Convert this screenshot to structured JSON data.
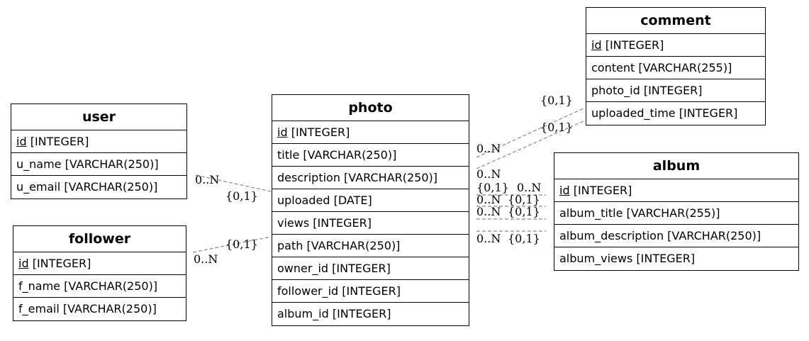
{
  "entities": {
    "user": {
      "title": "user",
      "fields": [
        {
          "name": "id",
          "type": " [INTEGER]",
          "pk": true
        },
        {
          "name": "u_name",
          "type": " [VARCHAR(250)]",
          "pk": false
        },
        {
          "name": "u_email",
          "type": " [VARCHAR(250)]",
          "pk": false
        }
      ]
    },
    "follower": {
      "title": "follower",
      "fields": [
        {
          "name": "id",
          "type": " [INTEGER]",
          "pk": true
        },
        {
          "name": "f_name",
          "type": " [VARCHAR(250)]",
          "pk": false
        },
        {
          "name": "f_email",
          "type": " [VARCHAR(250)]",
          "pk": false
        }
      ]
    },
    "photo": {
      "title": "photo",
      "fields": [
        {
          "name": "id",
          "type": " [INTEGER]",
          "pk": true
        },
        {
          "name": "title",
          "type": " [VARCHAR(250)]",
          "pk": false
        },
        {
          "name": "description",
          "type": " [VARCHAR(250)]",
          "pk": false
        },
        {
          "name": "uploaded",
          "type": " [DATE]",
          "pk": false
        },
        {
          "name": "views",
          "type": " [INTEGER]",
          "pk": false
        },
        {
          "name": "path",
          "type": " [VARCHAR(250)]",
          "pk": false
        },
        {
          "name": "owner_id",
          "type": " [INTEGER]",
          "pk": false
        },
        {
          "name": "follower_id",
          "type": " [INTEGER]",
          "pk": false
        },
        {
          "name": "album_id",
          "type": " [INTEGER]",
          "pk": false
        }
      ]
    },
    "comment": {
      "title": "comment",
      "fields": [
        {
          "name": "id",
          "type": " [INTEGER]",
          "pk": true
        },
        {
          "name": "content",
          "type": " [VARCHAR(255)]",
          "pk": false
        },
        {
          "name": "photo_id",
          "type": " [INTEGER]",
          "pk": false
        },
        {
          "name": "uploaded_time",
          "type": " [INTEGER]",
          "pk": false
        }
      ]
    },
    "album": {
      "title": "album",
      "fields": [
        {
          "name": "id",
          "type": " [INTEGER]",
          "pk": true
        },
        {
          "name": "album_title",
          "type": " [VARCHAR(255)]",
          "pk": false
        },
        {
          "name": "album_description",
          "type": " [VARCHAR(250)]",
          "pk": false
        },
        {
          "name": "album_views",
          "type": " [INTEGER]",
          "pk": false
        }
      ]
    }
  },
  "relationships": [
    {
      "from": "user",
      "to": "photo",
      "from_card": "0..N",
      "to_card": "{0,1}"
    },
    {
      "from": "follower",
      "to": "photo",
      "from_card": "0..N",
      "to_card": "{0,1}"
    },
    {
      "from": "photo",
      "to": "comment",
      "from_card": "0..N",
      "to_card": "{0,1}"
    },
    {
      "from": "photo",
      "to": "comment",
      "from_card": "0..N",
      "to_card": "{0,1}"
    },
    {
      "from": "photo",
      "to": "album",
      "from_card": "{0,1}",
      "to_card": "0..N"
    },
    {
      "from": "photo",
      "to": "album",
      "from_card": "0..N",
      "to_card": "{0,1}"
    },
    {
      "from": "photo",
      "to": "album",
      "from_card": "0..N",
      "to_card": "{0,1}"
    },
    {
      "from": "photo",
      "to": "album",
      "from_card": "0..N",
      "to_card": "{0,1}"
    }
  ]
}
